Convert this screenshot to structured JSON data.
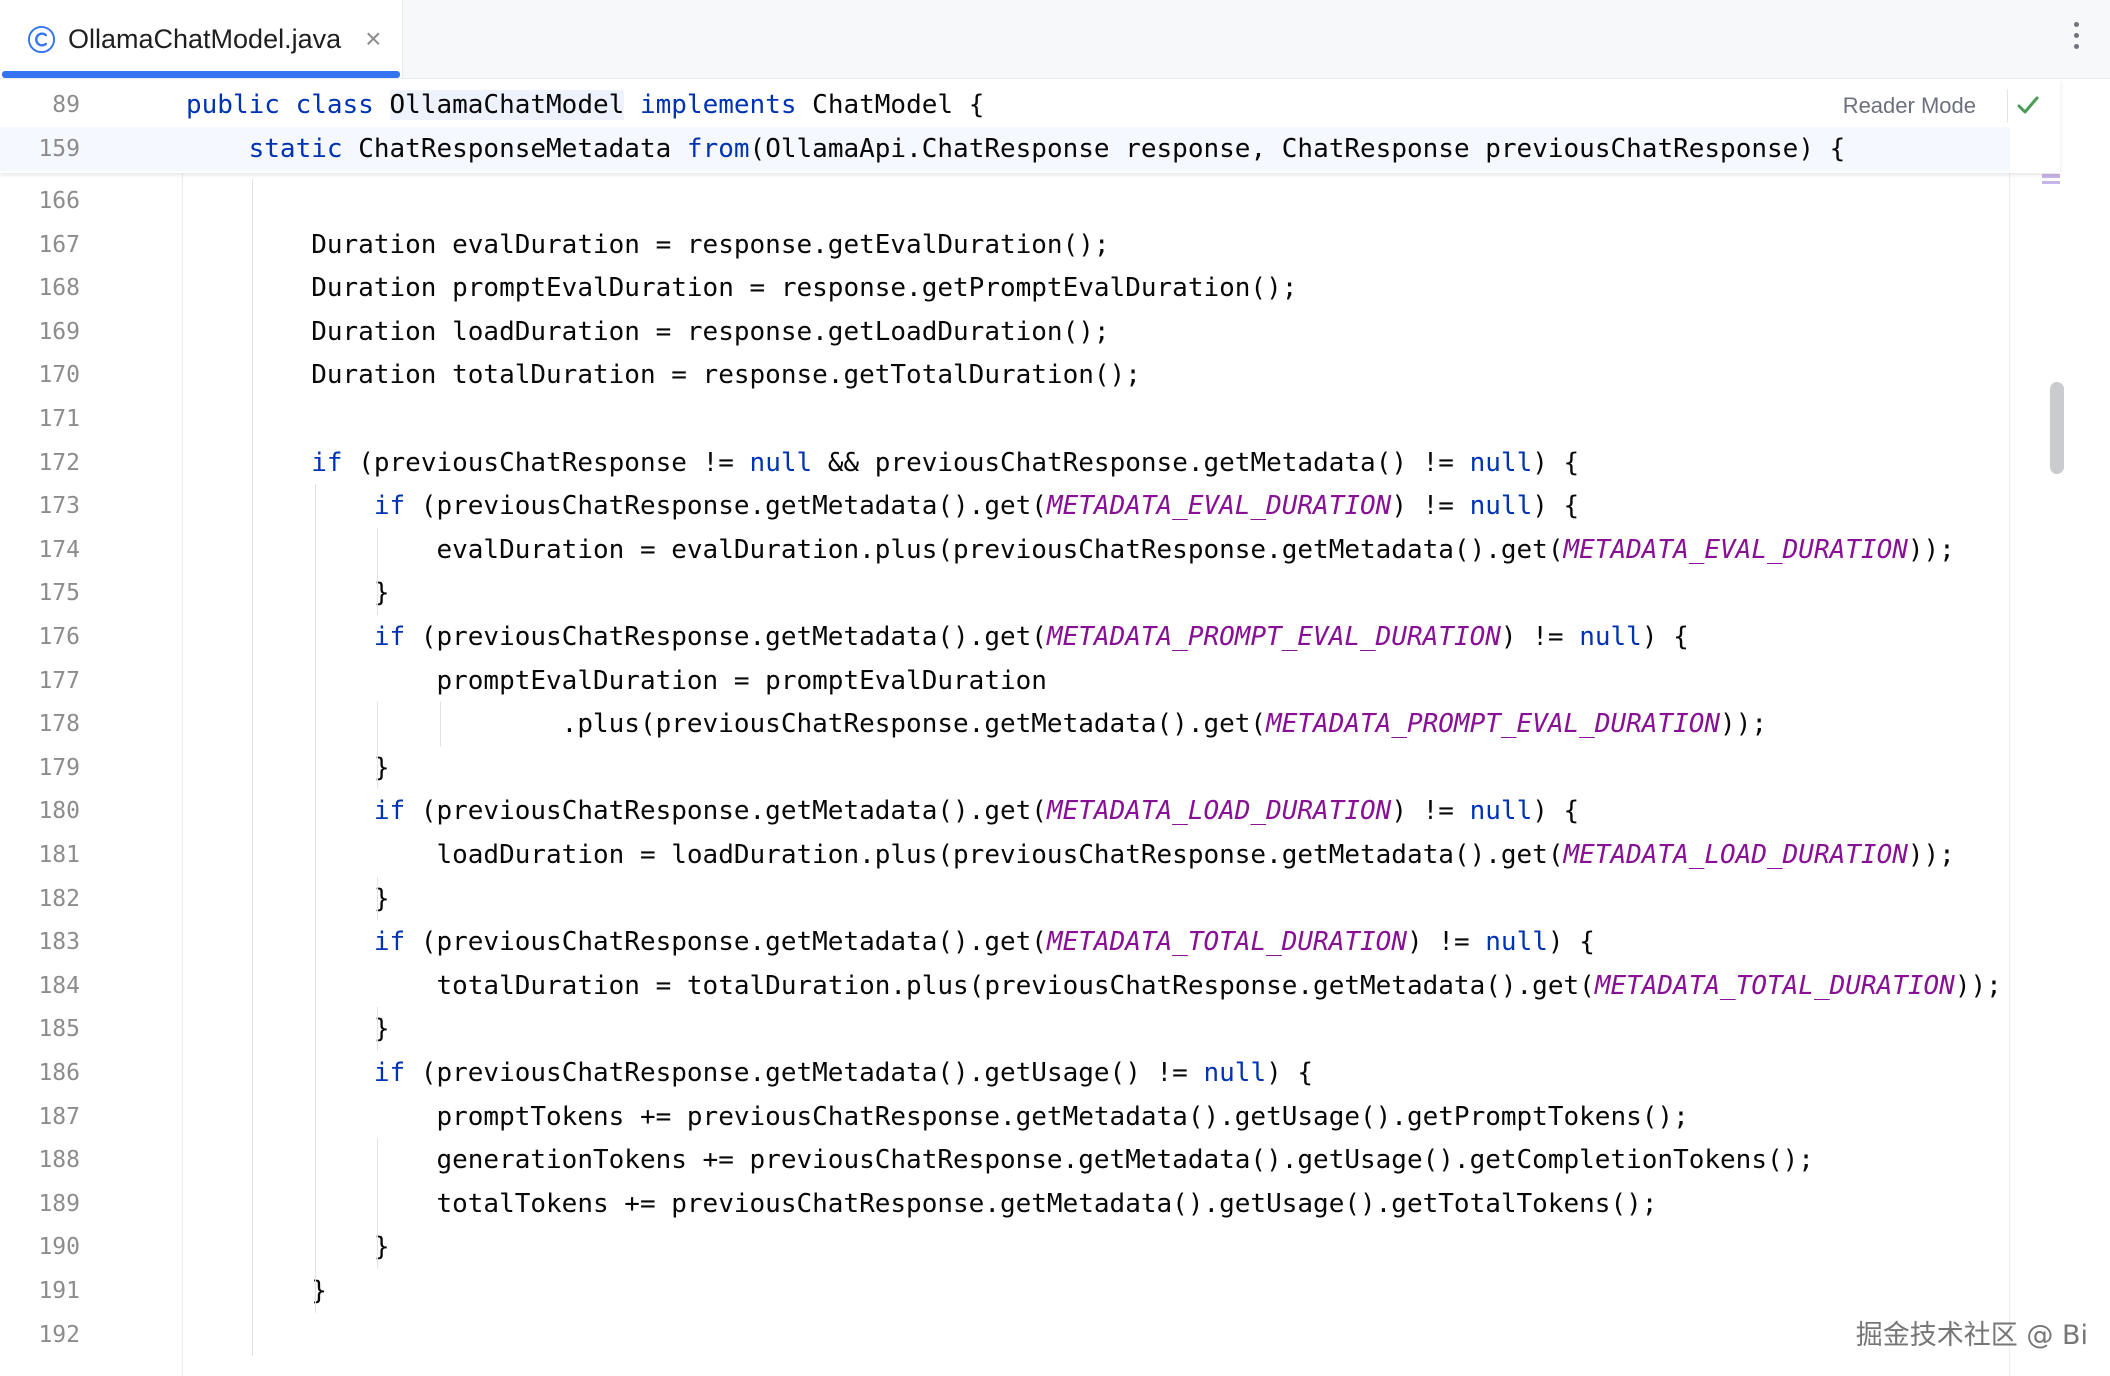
{
  "tab": {
    "title": "OllamaChatModel.java",
    "close": "×"
  },
  "editor": {
    "reader_mode": "Reader Mode",
    "sticky": [
      {
        "num": "89",
        "tokens": [
          {
            "t": "public class ",
            "c": "kw"
          },
          {
            "t": "OllamaChatModel",
            "c": "cls-hl"
          },
          {
            "t": " "
          },
          {
            "t": "implements",
            "c": "kw"
          },
          {
            "t": " ChatModel {"
          }
        ]
      },
      {
        "num": "159",
        "current": true,
        "tokens": [
          {
            "t": "    "
          },
          {
            "t": "static",
            "c": "kw"
          },
          {
            "t": " ChatResponseMetadata "
          },
          {
            "t": "from",
            "c": "kw"
          },
          {
            "t": "(OllamaApi.ChatResponse response, ChatResponse previousChatResponse) {"
          }
        ]
      }
    ],
    "lines": [
      {
        "num": "166",
        "tokens": []
      },
      {
        "num": "167",
        "tokens": [
          {
            "t": "        Duration evalDuration = response.getEvalDuration();"
          }
        ]
      },
      {
        "num": "168",
        "tokens": [
          {
            "t": "        Duration promptEvalDuration = response.getPromptEvalDuration();"
          }
        ]
      },
      {
        "num": "169",
        "tokens": [
          {
            "t": "        Duration loadDuration = response.getLoadDuration();"
          }
        ]
      },
      {
        "num": "170",
        "tokens": [
          {
            "t": "        Duration totalDuration = response.getTotalDuration();"
          }
        ]
      },
      {
        "num": "171",
        "tokens": []
      },
      {
        "num": "172",
        "tokens": [
          {
            "t": "        "
          },
          {
            "t": "if",
            "c": "kw"
          },
          {
            "t": " (previousChatResponse != "
          },
          {
            "t": "null",
            "c": "kw"
          },
          {
            "t": " && previousChatResponse.getMetadata() != "
          },
          {
            "t": "null",
            "c": "kw"
          },
          {
            "t": ") {"
          }
        ]
      },
      {
        "num": "173",
        "tokens": [
          {
            "t": "            "
          },
          {
            "t": "if",
            "c": "kw"
          },
          {
            "t": " (previousChatResponse.getMetadata().get("
          },
          {
            "t": "METADATA_EVAL_DURATION",
            "c": "const"
          },
          {
            "t": ") != "
          },
          {
            "t": "null",
            "c": "kw"
          },
          {
            "t": ") {"
          }
        ]
      },
      {
        "num": "174",
        "tokens": [
          {
            "t": "                evalDuration = evalDuration.plus(previousChatResponse.getMetadata().get("
          },
          {
            "t": "METADATA_EVAL_DURATION",
            "c": "const"
          },
          {
            "t": "));"
          }
        ]
      },
      {
        "num": "175",
        "tokens": [
          {
            "t": "            }"
          }
        ]
      },
      {
        "num": "176",
        "tokens": [
          {
            "t": "            "
          },
          {
            "t": "if",
            "c": "kw"
          },
          {
            "t": " (previousChatResponse.getMetadata().get("
          },
          {
            "t": "METADATA_PROMPT_EVAL_DURATION",
            "c": "const"
          },
          {
            "t": ") != "
          },
          {
            "t": "null",
            "c": "kw"
          },
          {
            "t": ") {"
          }
        ]
      },
      {
        "num": "177",
        "tokens": [
          {
            "t": "                promptEvalDuration = promptEvalDuration"
          }
        ]
      },
      {
        "num": "178",
        "tokens": [
          {
            "t": "                        .plus(previousChatResponse.getMetadata().get("
          },
          {
            "t": "METADATA_PROMPT_EVAL_DURATION",
            "c": "const"
          },
          {
            "t": "));"
          }
        ]
      },
      {
        "num": "179",
        "tokens": [
          {
            "t": "            }"
          }
        ]
      },
      {
        "num": "180",
        "tokens": [
          {
            "t": "            "
          },
          {
            "t": "if",
            "c": "kw"
          },
          {
            "t": " (previousChatResponse.getMetadata().get("
          },
          {
            "t": "METADATA_LOAD_DURATION",
            "c": "const"
          },
          {
            "t": ") != "
          },
          {
            "t": "null",
            "c": "kw"
          },
          {
            "t": ") {"
          }
        ]
      },
      {
        "num": "181",
        "tokens": [
          {
            "t": "                loadDuration = loadDuration.plus(previousChatResponse.getMetadata().get("
          },
          {
            "t": "METADATA_LOAD_DURATION",
            "c": "const"
          },
          {
            "t": "));"
          }
        ]
      },
      {
        "num": "182",
        "tokens": [
          {
            "t": "            }"
          }
        ]
      },
      {
        "num": "183",
        "tokens": [
          {
            "t": "            "
          },
          {
            "t": "if",
            "c": "kw"
          },
          {
            "t": " (previousChatResponse.getMetadata().get("
          },
          {
            "t": "METADATA_TOTAL_DURATION",
            "c": "const"
          },
          {
            "t": ") != "
          },
          {
            "t": "null",
            "c": "kw"
          },
          {
            "t": ") {"
          }
        ]
      },
      {
        "num": "184",
        "tokens": [
          {
            "t": "                totalDuration = totalDuration.plus(previousChatResponse.getMetadata().get("
          },
          {
            "t": "METADATA_TOTAL_DURATION",
            "c": "const"
          },
          {
            "t": "));"
          }
        ]
      },
      {
        "num": "185",
        "tokens": [
          {
            "t": "            }"
          }
        ]
      },
      {
        "num": "186",
        "tokens": [
          {
            "t": "            "
          },
          {
            "t": "if",
            "c": "kw"
          },
          {
            "t": " (previousChatResponse.getMetadata().getUsage() != "
          },
          {
            "t": "null",
            "c": "kw"
          },
          {
            "t": ") {"
          }
        ]
      },
      {
        "num": "187",
        "tokens": [
          {
            "t": "                promptTokens += previousChatResponse.getMetadata().getUsage().getPromptTokens();"
          }
        ]
      },
      {
        "num": "188",
        "tokens": [
          {
            "t": "                generationTokens += previousChatResponse.getMetadata().getUsage().getCompletionTokens();"
          }
        ]
      },
      {
        "num": "189",
        "tokens": [
          {
            "t": "                totalTokens += previousChatResponse.getMetadata().getUsage().getTotalTokens();"
          }
        ]
      },
      {
        "num": "190",
        "tokens": [
          {
            "t": "            }"
          }
        ]
      },
      {
        "num": "191",
        "tokens": [
          {
            "t": "        }"
          }
        ]
      },
      {
        "num": "192",
        "tokens": []
      }
    ]
  },
  "watermark": "掘金技术社区 @ Bi"
}
